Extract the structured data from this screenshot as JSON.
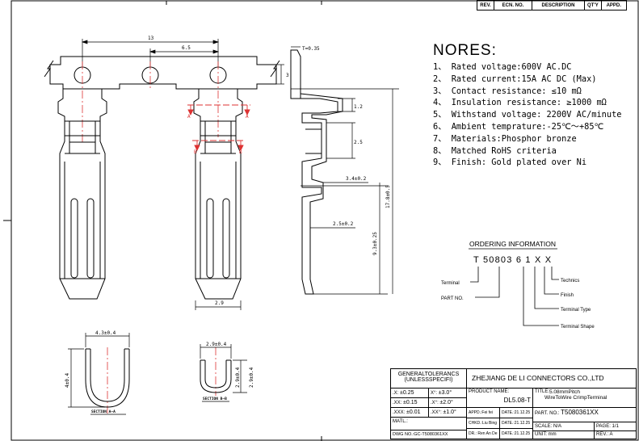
{
  "revision_table": {
    "headers": [
      "REV.",
      "ECN. NO.",
      "DESCRIPTION",
      "QT'Y",
      "APPD."
    ]
  },
  "notes": {
    "title": "NORES:",
    "items": [
      "1、 Rated voltage:600V AC.DC",
      "2、 Rated current:15A AC DC (Max)",
      "3、 Contact resistance: ≤10 mΩ",
      "4、 Insulation resistance: ≥1000 mΩ",
      "5、 Withstand voltage: 2200V AC/minute",
      "6、 Ambient temprature:-25℃～+85℃",
      "7、 Materials:Phosphor bronze",
      "8、 Matched RoHS criteria",
      "9、 Finish: Gold plated over Ni"
    ]
  },
  "ordering": {
    "title": "ORDERING INFORMATION",
    "code": "T 50803 6 1 X X",
    "labels": {
      "terminal": "Terminal",
      "part_no": "PART NO.",
      "technics": "Technics",
      "finish": "Finish",
      "terminal_type": "Terminal Type",
      "terminal_shape": "Terminal Shape"
    }
  },
  "dimensions": {
    "d13": "13",
    "d65": "6.5",
    "t": "T=0.35",
    "d3": "3",
    "d12": "1.2",
    "d25": "2.5",
    "d34": "3.4±0.2",
    "d178": "17.8±0.5",
    "d25b": "2.5±0.2",
    "d93": "9.3±0.25",
    "d29": "2.9",
    "sa_w": "4.3±0.4",
    "sa_h": "4±0.4",
    "sb_w": "2.9±0.4",
    "sb_h1": "2.9±0.4",
    "sb_h2": "2.9±0.4",
    "A": "A",
    "B": "B"
  },
  "sections": {
    "a": "SECTION A—A",
    "b": "SECTION B—B"
  },
  "title_block": {
    "tolerances_title": "GENERALTOLERANCS",
    "tolerances_sub": "(UNLESSSPECIFI)",
    "tol": [
      {
        "k": ".X:",
        "v": "±0.25",
        "ak": "X°:",
        "av": "±3.0°"
      },
      {
        "k": ".XX:",
        "v": "±0.15",
        "ak": ".X°:",
        "av": "±2.0°"
      },
      {
        "k": ".XXX:",
        "v": "±0.01",
        "ak": ".XX°:",
        "av": "±1.0°"
      }
    ],
    "matl": "MATL.:",
    "dwg_no": "DWG NO.:GC-T5080361XX",
    "company": "ZHEJIANG  DE LI  CONNECTORS  CO.,LTD",
    "product_name_label": "PRODUCT NAME:",
    "product_name": "DL5.08-T",
    "title_label": "TITLE:",
    "title_line1": "5.08mmPitch",
    "title_line2": "WireToWire CrimpTerminal",
    "appd": "APPD.:Fei fei",
    "appd_date": "DATE.:21.12.25",
    "chkd": "CHKD.:Liu Bing",
    "chkd_date": "DATE.:21.12.25",
    "dr": "DR.: Ren An De",
    "dr_date": "DATE.:21.12.25",
    "part_no_label": "PART. NO.:",
    "part_no": "T5080361XX",
    "scale": "SCALE:  N/A",
    "page": "PAGE: 1/1",
    "unit": "UNIT:   mm",
    "rev": "REV.:  A"
  }
}
